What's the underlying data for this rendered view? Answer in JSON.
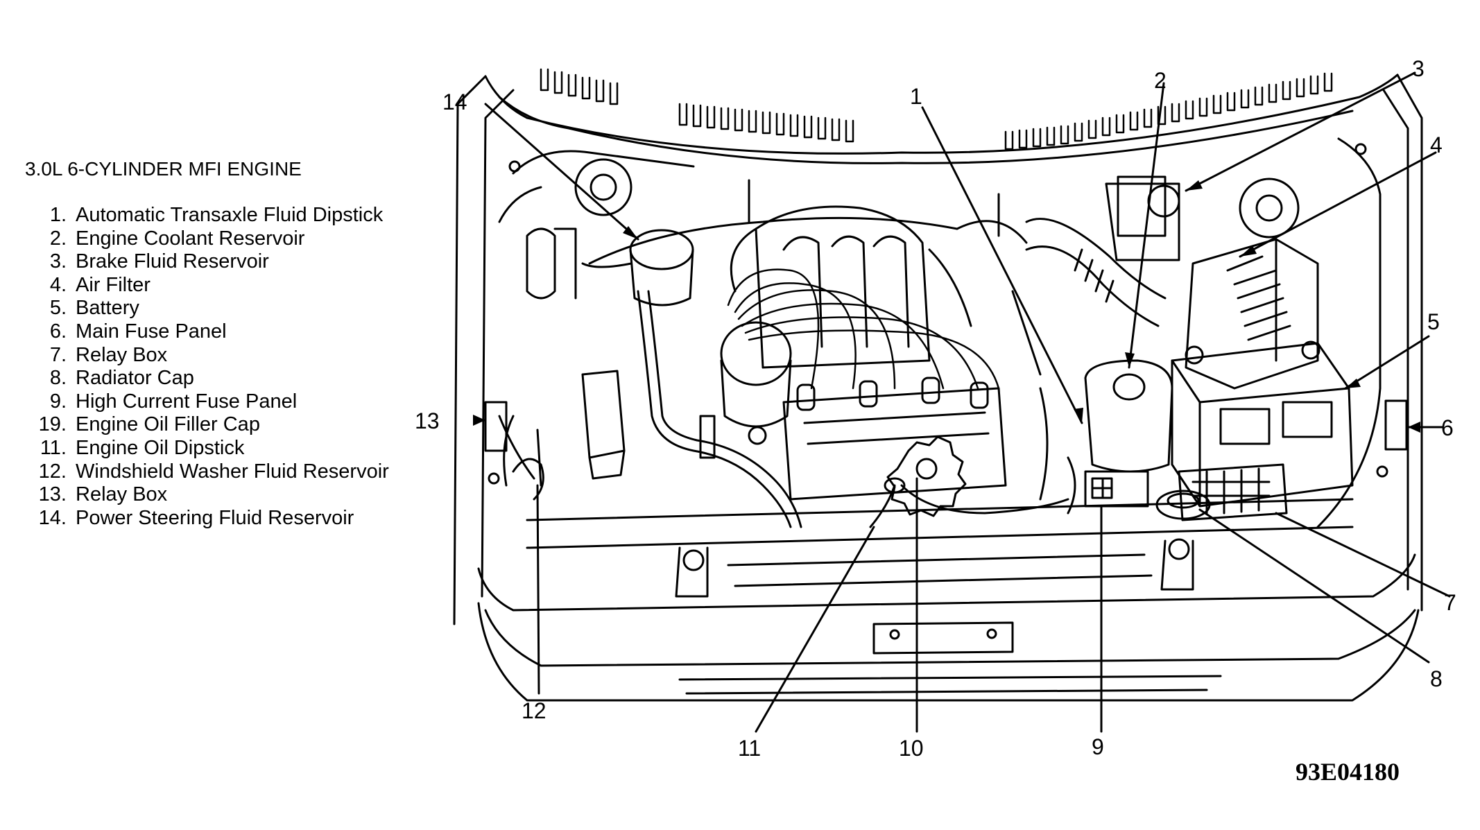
{
  "legend": {
    "title": "3.0L 6-CYLINDER MFI ENGINE",
    "items": [
      {
        "num": "1.",
        "text": "Automatic Transaxle Fluid Dipstick"
      },
      {
        "num": "2.",
        "text": "Engine Coolant Reservoir"
      },
      {
        "num": "3.",
        "text": "Brake Fluid Reservoir"
      },
      {
        "num": "4.",
        "text": "Air Filter"
      },
      {
        "num": "5.",
        "text": "Battery"
      },
      {
        "num": "6.",
        "text": "Main Fuse Panel"
      },
      {
        "num": "7.",
        "text": "Relay Box"
      },
      {
        "num": "8.",
        "text": "Radiator Cap"
      },
      {
        "num": "9.",
        "text": "High Current Fuse Panel"
      },
      {
        "num": "19.",
        "text": "Engine Oil Filler Cap"
      },
      {
        "num": "11.",
        "text": "Engine Oil Dipstick"
      },
      {
        "num": "12.",
        "text": "Windshield Washer Fluid Reservoir"
      },
      {
        "num": "13.",
        "text": "Relay Box"
      },
      {
        "num": "14.",
        "text": "Power Steering Fluid Reservoir"
      }
    ]
  },
  "callouts": [
    "1",
    "2",
    "3",
    "4",
    "5",
    "6",
    "7",
    "8",
    "9",
    "10",
    "11",
    "12",
    "13",
    "14"
  ],
  "figure_code": "93E04180"
}
